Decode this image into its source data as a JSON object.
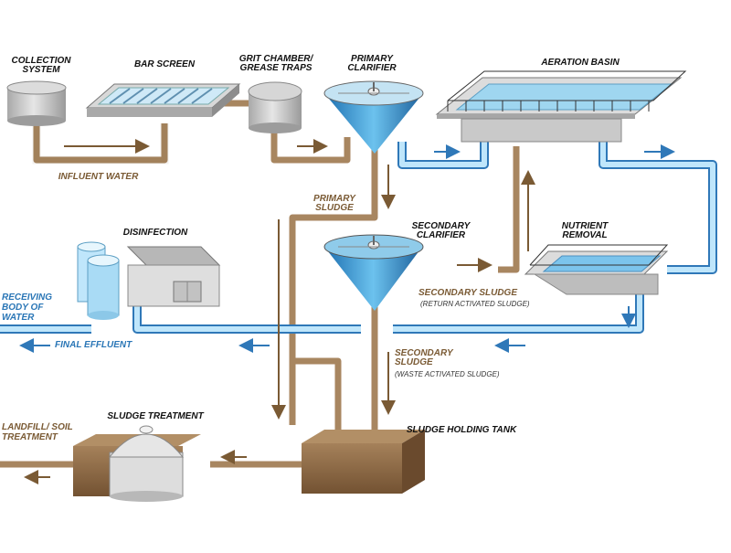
{
  "labels": {
    "collection_system": "COLLECTION SYSTEM",
    "bar_screen": "BAR SCREEN",
    "grit_chamber": "GRIT CHAMBER/ GREASE TRAPS",
    "primary_clarifier": "PRIMARY CLARIFIER",
    "aeration_basin": "AERATION BASIN",
    "influent_water": "INFLUENT WATER",
    "primary_sludge": "PRIMARY SLUDGE",
    "secondary_clarifier": "SECONDARY CLARIFIER",
    "nutrient_removal": "NUTRIENT REMOVAL",
    "disinfection": "DISINFECTION",
    "receiving_body": "RECEIVING BODY OF WATER",
    "final_effluent": "FINAL EFFLUENT",
    "secondary_sludge_return": "SECONDARY SLUDGE",
    "return_activated_sludge": "(RETURN ACTIVATED SLUDGE)",
    "secondary_sludge_waste": "SECONDARY SLUDGE",
    "waste_activated_sludge": "(WASTE ACTIVATED SLUDGE)",
    "sludge_treatment": "SLUDGE TREATMENT",
    "sludge_holding_tank": "SLUDGE HOLDING TANK",
    "landfill": "LANDFILL/ SOIL TREATMENT"
  },
  "colors": {
    "sludge_pipe": "#a88660",
    "water_pipe": "#9ccfe8",
    "water_pipe_outline": "#2f78b8",
    "tank_metal": "#c7c7c7",
    "earth": "#8f6c46",
    "label_brown": "#7a5a34",
    "label_blue": "#2a76b6"
  }
}
